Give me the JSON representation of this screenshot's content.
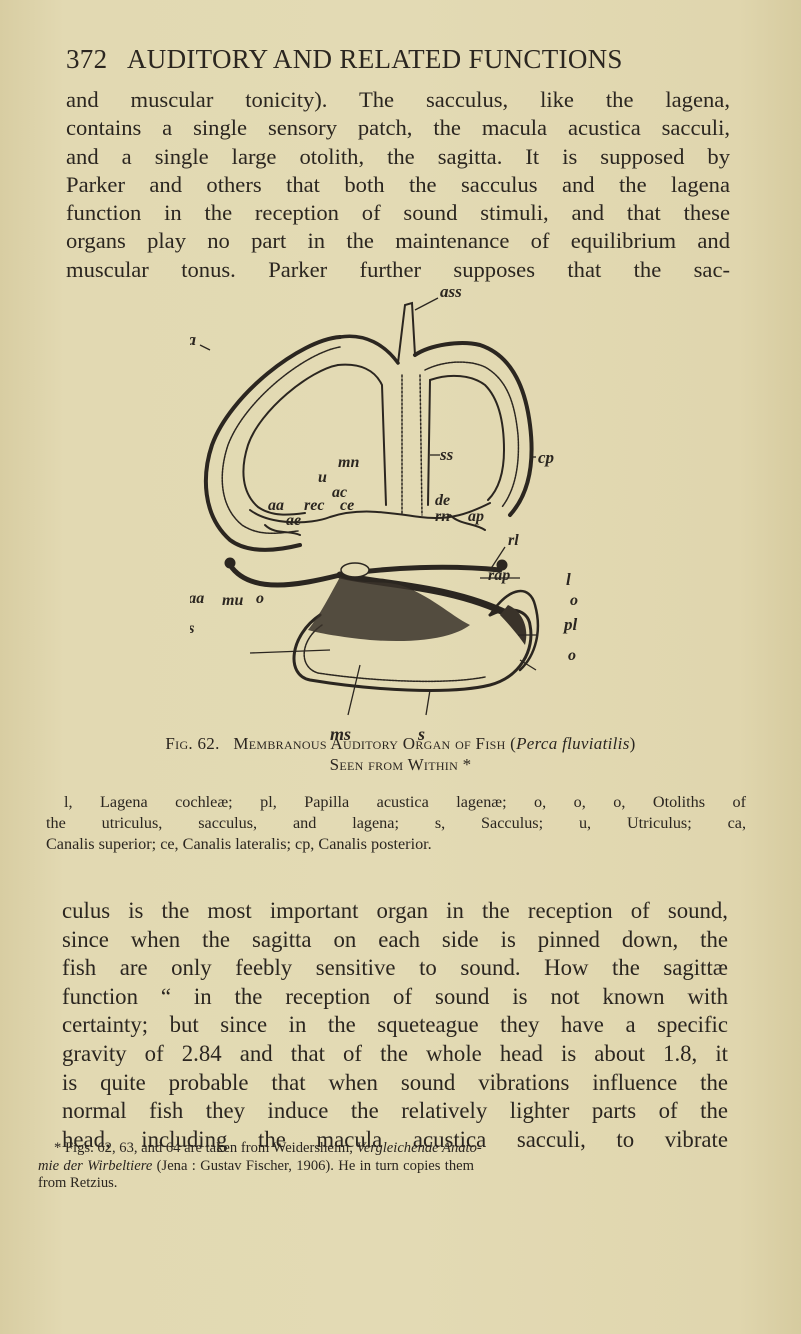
{
  "header": {
    "page_number": "372",
    "running_title": "AUDITORY AND RELATED FUNCTIONS"
  },
  "body_top": {
    "lines": [
      "and muscular tonicity).  The sacculus, like the lagena,",
      "contains a single sensory patch, the macula acustica sacculi,",
      "and a single large otolith, the sagitta.  It is supposed by",
      "Parker and others that both the sacculus and the lagena",
      "function in the reception of sound stimuli, and that these",
      "organs play no part in the maintenance of equilibrium and",
      "muscular tonus.  Parker further supposes that the sac-"
    ]
  },
  "figure": {
    "labels": {
      "ass": "ass",
      "ca": "ca",
      "ss": "ss",
      "cp": "cp",
      "mn": "mn",
      "u": "u",
      "ac": "ac",
      "aa": "aa",
      "rec": "rec",
      "ce": "ce",
      "ae": "ae",
      "de": "de",
      "rn": "rn",
      "ap": "ap",
      "rl": "rl",
      "rap": "rap",
      "l": "l",
      "raa": "raa",
      "mu": "mu",
      "o1": "o",
      "o2": "o",
      "o3": "o",
      "rs": "rs",
      "pl": "pl",
      "ms": "ms",
      "s": "s"
    },
    "caption": {
      "fig_label": "Fig. 62.",
      "title": "Membranous Auditory Organ of Fish (",
      "species": "Perca fluviatilis",
      "title_close": ")",
      "subtitle": "Seen from Within *"
    },
    "legend_lines": [
      "l, Lagena cochleæ; pl, Papilla acustica lagenæ; o, o, o, Otoliths of",
      "the utriculus, sacculus, and lagena; s, Sacculus; u, Utriculus; ca,",
      "Canalis superior; ce, Canalis lateralis; cp, Canalis posterior."
    ]
  },
  "body_bottom": {
    "lines": [
      "culus is the most important organ in the reception of sound,",
      "since when the sagitta on each side is pinned down, the",
      "fish are only feebly sensitive to sound.  How the sagittæ",
      "function “ in the reception of sound is not known with",
      "certainty; but since in the squeteague they have a specific",
      "gravity of 2.84 and that of the whole head is about 1.8, it",
      "is quite probable that when sound vibrations influence the",
      "normal fish they induce the relatively lighter parts of the",
      "head, including the macula acustica sacculi, to vibrate"
    ]
  },
  "footnote": {
    "line1_pre": "* Figs. 62, 63, and 64 are taken from Weidersheim, ",
    "line1_italic": "Vergleichende Anato-",
    "line2_italic": "mie der Wirbeltiere",
    "line2_post": " (Jena : Gustav Fischer, 1906).  He in turn copies them",
    "line3": "from Retzius."
  },
  "colors": {
    "paper": "#e0d6ae",
    "ink": "#2b2620"
  }
}
